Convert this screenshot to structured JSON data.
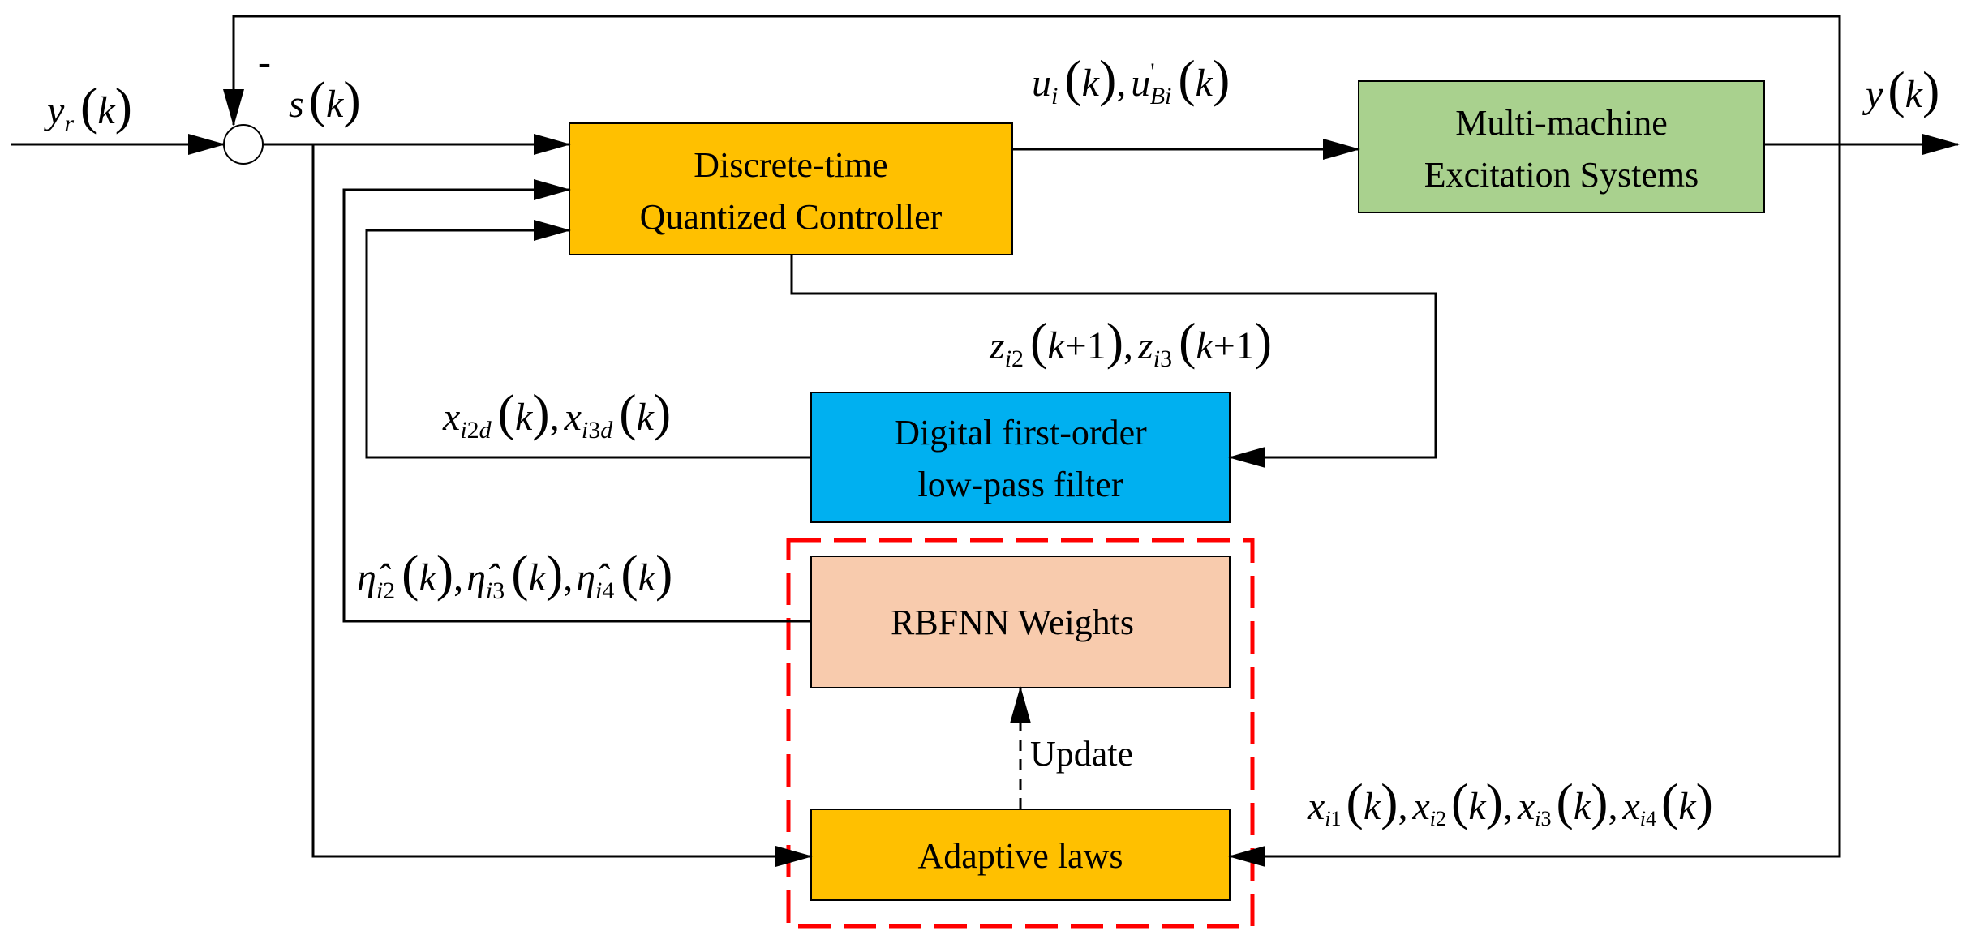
{
  "blocks": {
    "controller": {
      "line1": "Discrete-time",
      "line2": "Quantized Controller",
      "color": "#FFC000"
    },
    "plant": {
      "line1": "Multi-machine",
      "line2": "Excitation Systems",
      "color": "#A9D18E"
    },
    "filter": {
      "line1": "Digital first-order",
      "line2": "low-pass filter",
      "color": "#00B0F0"
    },
    "weights": {
      "label": "RBFNN Weights",
      "color": "#F8CBAD"
    },
    "adaptive": {
      "label": "Adaptive laws",
      "color": "#FFC000"
    }
  },
  "labels": {
    "reference": "y_r(k)",
    "minus": "-",
    "error": "s(k)",
    "control": "u_i(k), u'_Bi(k)",
    "output": "y(k)",
    "filter_input": "z_i2(k+1), z_i3(k+1)",
    "filter_output": "x_i2d(k), x_i3d(k)",
    "weights_output": "η̂_i2(k), η̂_i3(k), η̂_i4(k)",
    "update": "Update",
    "states": "x_i1(k), x_i2(k), x_i3(k), x_i4(k)"
  },
  "colors": {
    "dashed_border": "#FF0000"
  }
}
